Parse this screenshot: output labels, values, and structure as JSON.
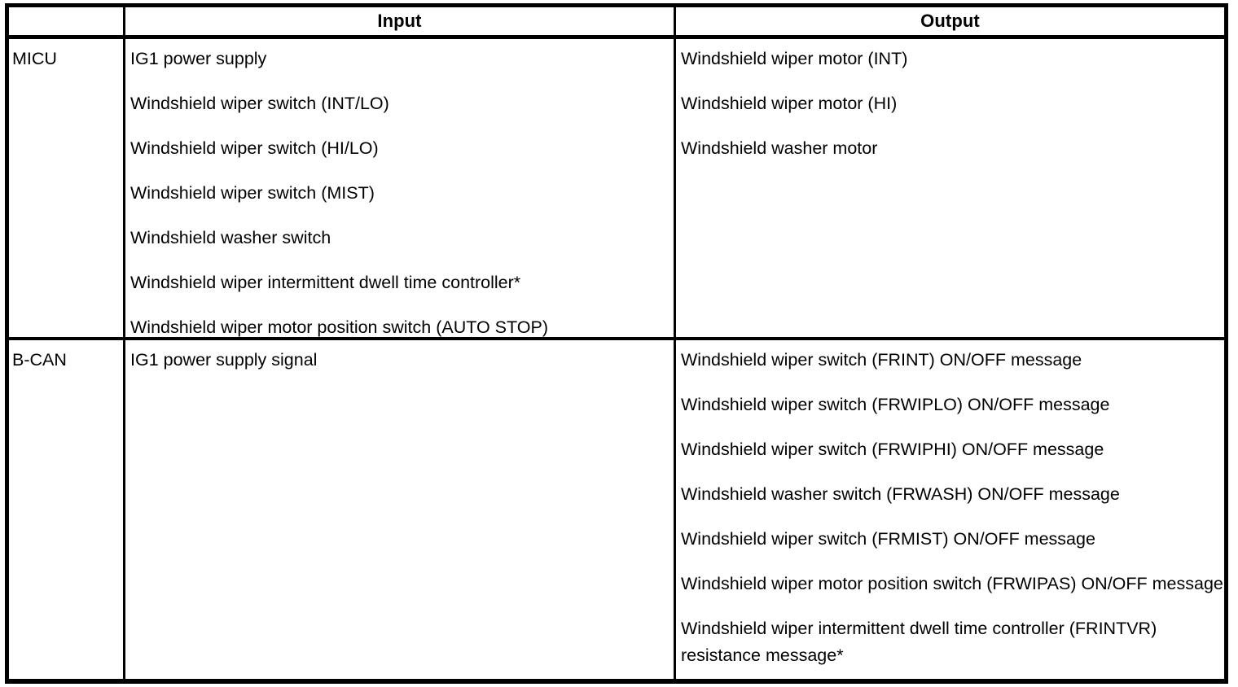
{
  "table": {
    "columns": {
      "corner_label": "",
      "input_header": "Input",
      "output_header": "Output"
    },
    "rows": [
      {
        "module": "MICU",
        "input": [
          "IG1 power supply",
          "Windshield wiper switch (INT/LO)",
          "Windshield wiper switch (HI/LO)",
          "Windshield wiper switch (MIST)",
          "Windshield washer switch",
          "Windshield wiper intermittent dwell time controller*",
          "Windshield wiper motor position switch (AUTO STOP)"
        ],
        "output": [
          "Windshield wiper motor (INT)",
          "Windshield wiper motor (HI)",
          "Windshield washer motor"
        ]
      },
      {
        "module": "B-CAN",
        "input": [
          "IG1 power supply signal"
        ],
        "output": [
          "Windshield wiper switch (FRINT) ON/OFF message",
          "Windshield wiper switch (FRWIPLO) ON/OFF message",
          "Windshield wiper switch (FRWIPHI) ON/OFF message",
          "Windshield washer switch (FRWASH) ON/OFF message",
          "Windshield wiper switch (FRMIST) ON/OFF message",
          "Windshield wiper motor position switch (FRWIPAS) ON/OFF message",
          "Windshield wiper intermittent dwell time controller (FRINTVR) resistance message*"
        ]
      }
    ]
  },
  "colors": {
    "border": "#000000",
    "text": "#000000",
    "background": "#ffffff"
  }
}
